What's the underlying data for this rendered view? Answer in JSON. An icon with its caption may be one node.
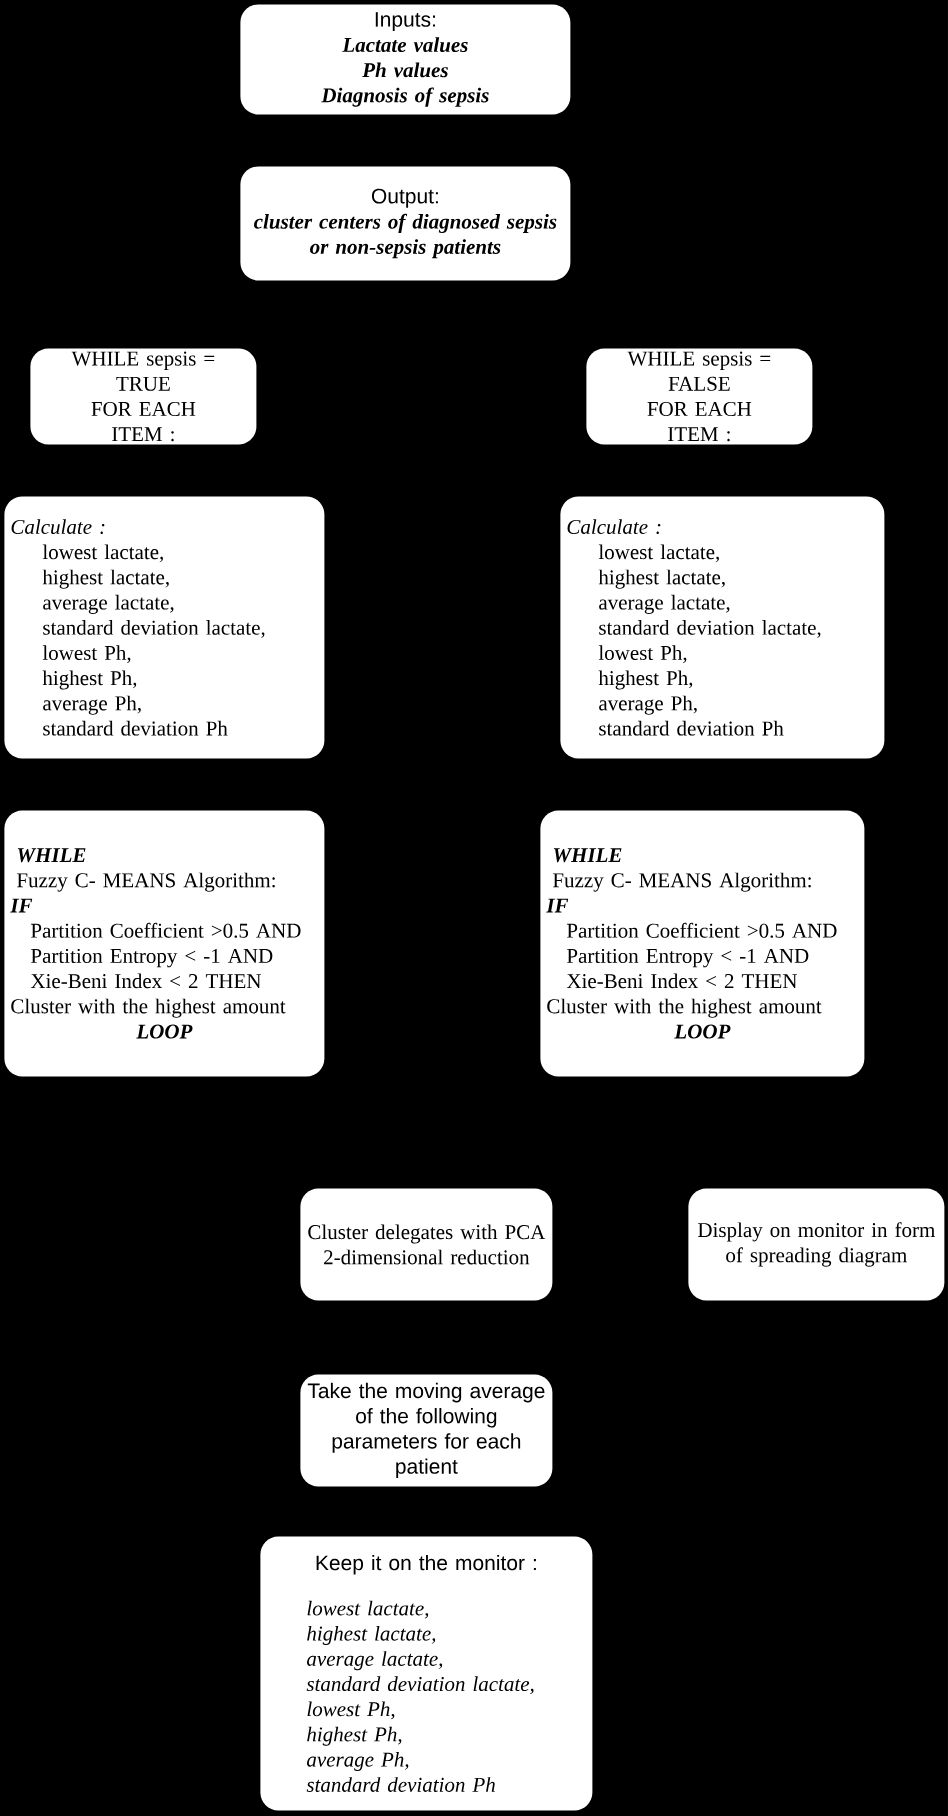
{
  "diagram": {
    "nodes": [
      {
        "text": [
          "Inputs:",
          "Lactate values",
          "Ph values",
          "Diagnosis of sepsis"
        ]
      },
      {
        "text": [
          "Output:",
          "cluster centers of diagnosed sepsis or non-sepsis patients"
        ]
      },
      {
        "text": [
          "WHILE sepsis = TRUE",
          "FOR EACH ITEM :"
        ]
      },
      {
        "text": [
          "WHILE sepsis = FALSE",
          "FOR EACH ITEM :"
        ]
      },
      {
        "text": [
          "Calculate :",
          "lowest lactate,",
          "highest lactate,",
          "average lactate,",
          "standard deviation lactate,",
          "lowest Ph,",
          "highest Ph,",
          "average Ph,",
          "standard deviation Ph"
        ]
      },
      {
        "text": [
          "Calculate :",
          "lowest lactate,",
          "highest lactate,",
          "average lactate,",
          "standard deviation lactate,",
          "lowest Ph,",
          "highest Ph,",
          "average Ph,",
          "standard deviation Ph"
        ]
      },
      {
        "text": [
          "WHILE",
          "Fuzzy C- MEANS Algorithm:",
          "IF",
          "Partition Coefficient >0.5 AND",
          "Partition Entropy < -1 AND",
          "Xie-Beni Index < 2 THEN",
          "Cluster with the highest amount",
          "LOOP"
        ]
      },
      {
        "text": [
          "WHILE",
          "Fuzzy C- MEANS Algorithm:",
          "IF",
          "Partition Coefficient >0.5 AND",
          "Partition Entropy < -1 AND",
          "Xie-Beni Index < 2 THEN",
          "Cluster with the highest amount",
          "LOOP"
        ]
      },
      {
        "text": [
          "Cluster delegates with PCA 2-dimensional reduction"
        ]
      },
      {
        "text": [
          "Display on monitor in form of spreading diagram"
        ]
      },
      {
        "text": [
          "Take the moving average of the following parameters for each patient"
        ]
      },
      {
        "text": [
          "Keep it on the monitor :",
          "lowest lactate,",
          "highest lactate,",
          "average lactate,",
          "standard deviation lactate,",
          "lowest Ph,",
          "highest Ph,",
          "average Ph,",
          "standard deviation Ph"
        ]
      }
    ]
  }
}
